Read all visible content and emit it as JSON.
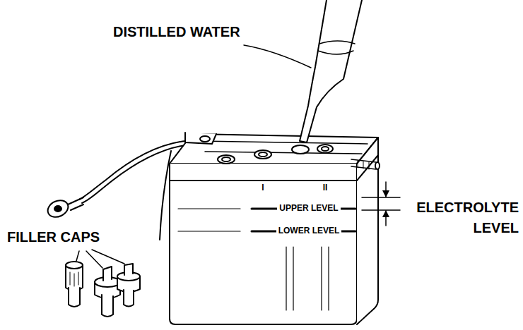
{
  "diagram": {
    "labels": [
      "DISTILLED WATER",
      "ELECTROLYTE LEVEL",
      "FILLER CAPS",
      "UPPER LEVEL",
      "LOWER LEVEL",
      "I",
      "II"
    ]
  }
}
